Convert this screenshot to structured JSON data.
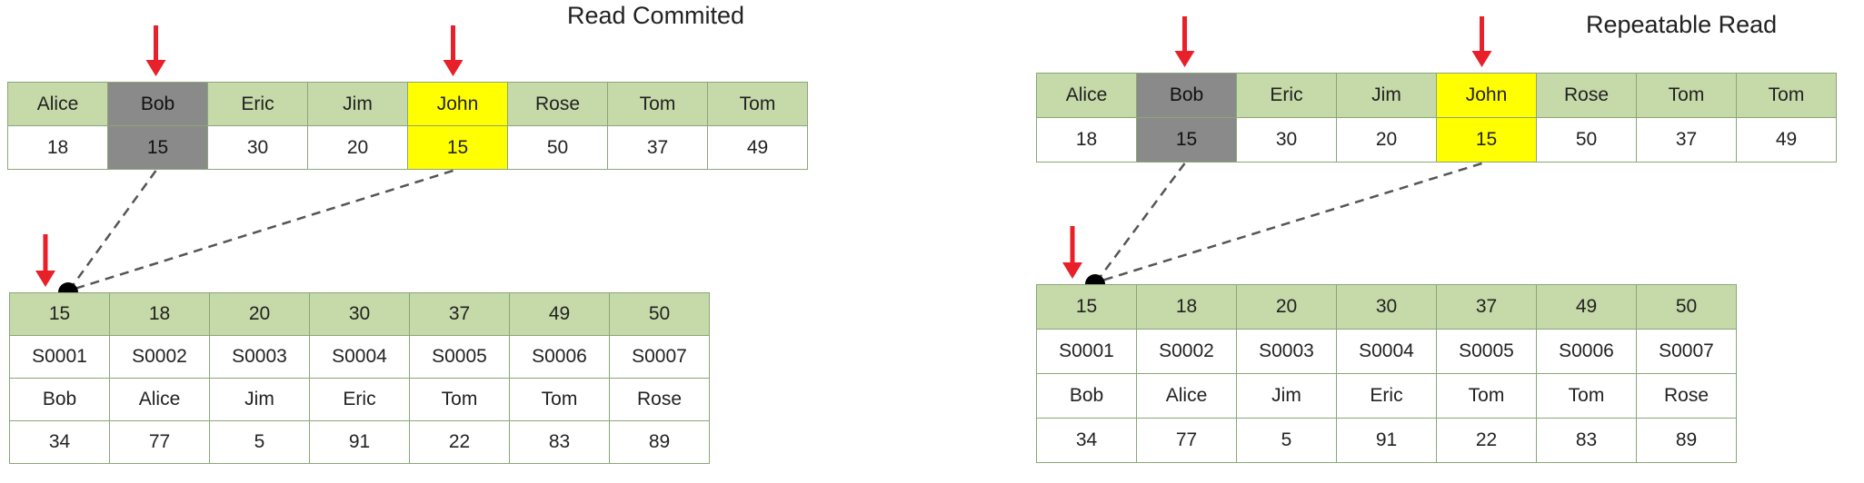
{
  "panels": [
    {
      "id": "left",
      "title": "Read Commited",
      "top_table": {
        "names": [
          "Alice",
          "Bob",
          "Eric",
          "Jim",
          "John",
          "Rose",
          "Tom",
          "Tom"
        ],
        "ages": [
          "18",
          "15",
          "30",
          "20",
          "15",
          "50",
          "37",
          "49"
        ],
        "gray_index": 1,
        "yellow_index": 4
      },
      "bottom_table": {
        "rows": [
          [
            "15",
            "18",
            "20",
            "30",
            "37",
            "49",
            "50"
          ],
          [
            "S0001",
            "S0002",
            "S0003",
            "S0004",
            "S0005",
            "S0006",
            "S0007"
          ],
          [
            "Bob",
            "Alice",
            "Jim",
            "Eric",
            "Tom",
            "Tom",
            "Rose"
          ],
          [
            "34",
            "77",
            "5",
            "91",
            "22",
            "83",
            "89"
          ]
        ]
      }
    },
    {
      "id": "right",
      "title": "Repeatable Read",
      "top_table": {
        "names": [
          "Alice",
          "Bob",
          "Eric",
          "Jim",
          "John",
          "Rose",
          "Tom",
          "Tom"
        ],
        "ages": [
          "18",
          "15",
          "30",
          "20",
          "15",
          "50",
          "37",
          "49"
        ],
        "gray_index": 1,
        "yellow_index": 4
      },
      "bottom_table": {
        "rows": [
          [
            "15",
            "18",
            "20",
            "30",
            "37",
            "49",
            "50"
          ],
          [
            "S0001",
            "S0002",
            "S0003",
            "S0004",
            "S0005",
            "S0006",
            "S0007"
          ],
          [
            "Bob",
            "Alice",
            "Jim",
            "Eric",
            "Tom",
            "Tom",
            "Rose"
          ],
          [
            "34",
            "77",
            "5",
            "91",
            "22",
            "83",
            "89"
          ]
        ]
      }
    }
  ],
  "colors": {
    "header_green": "#c6d9a8",
    "border_green": "#8aa67a",
    "highlight_gray": "#8a8a8a",
    "highlight_yellow": "#ffff00",
    "arrow_red": "#e8202a",
    "dashed_line": "#555555"
  }
}
